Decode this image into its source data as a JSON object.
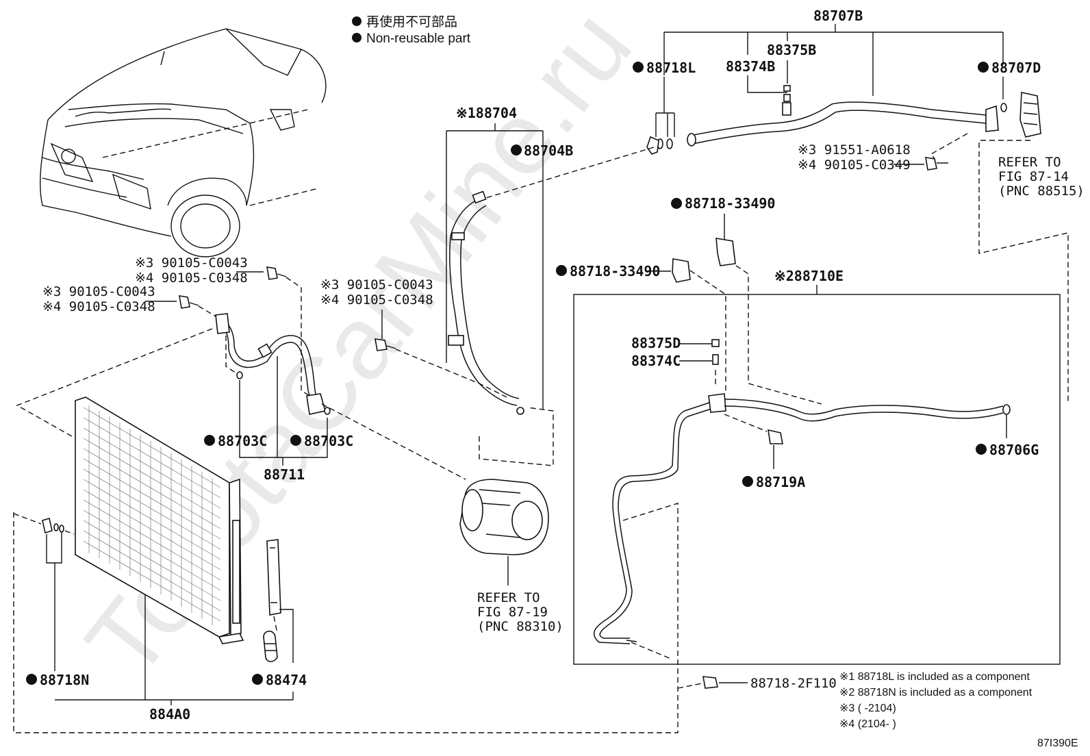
{
  "watermark": "ToyotaCarMine.ru",
  "legend": {
    "jp": "再使用不可部品",
    "en": "Non-reusable part"
  },
  "labels": {
    "p88707B": "88707B",
    "p88375B": "88375B",
    "p88374B": "88374B",
    "p88718L": "88718L",
    "p88707D": "88707D",
    "p88704": "※188704",
    "p88704B": "88704B",
    "s91551": "※3 91551-A0618",
    "s90105c0349": "※4 90105-C0349",
    "refer8714_1": "REFER TO",
    "refer8714_2": "FIG 87-14",
    "refer8714_3": "(PNC 88515)",
    "p88718_33490a": "88718-33490",
    "p88718_33490b": "88718-33490",
    "p88710E": "※288710E",
    "s3a": "※3 90105-C0043",
    "s4a": "※4 90105-C0348",
    "s3b": "※3 90105-C0043",
    "s4b": "※4 90105-C0348",
    "s3c": "※3 90105-C0043",
    "s4c": "※4 90105-C0348",
    "p88375D": "88375D",
    "p88374C": "88374C",
    "p88706G": "88706G",
    "p88719A": "88719A",
    "p88703C_1": "88703C",
    "p88703C_2": "88703C",
    "p88711": "88711",
    "refer8719_1": "REFER TO",
    "refer8719_2": "FIG 87-19",
    "refer8719_3": "(PNC 88310)",
    "p88718N": "88718N",
    "p88474": "88474",
    "p884A0": "884A0",
    "p88718_2F110": "88718-2F110",
    "fig_code": "87I390E"
  },
  "notes": [
    "※1 88718L is included as a component",
    "※2 88718N is included as a component",
    "※3 (       -2104)",
    "※4 (2104-       )"
  ]
}
